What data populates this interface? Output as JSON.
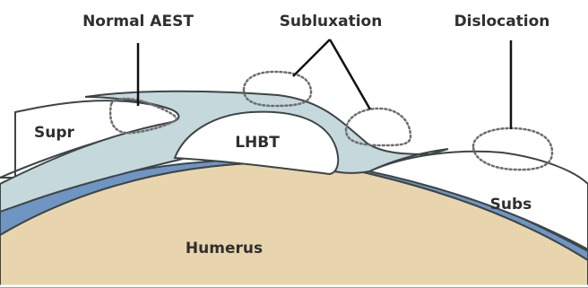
{
  "labels": {
    "normal_aest": "Normal AEST",
    "subluxation": "Subluxation",
    "dislocation": "Dislocation",
    "supr": "Supr",
    "lhbt": "LHBT",
    "subs": "Subs",
    "humerus": "Humerus"
  },
  "colors": {
    "humerus": "#E8D5AE",
    "cartilage": "#6F95C2",
    "ligament": "#C5D8DB",
    "outline": "#3E4547",
    "tendon": "#FFFFFF",
    "text": "#2F2F2F",
    "dotted": "#6E6E6E"
  }
}
